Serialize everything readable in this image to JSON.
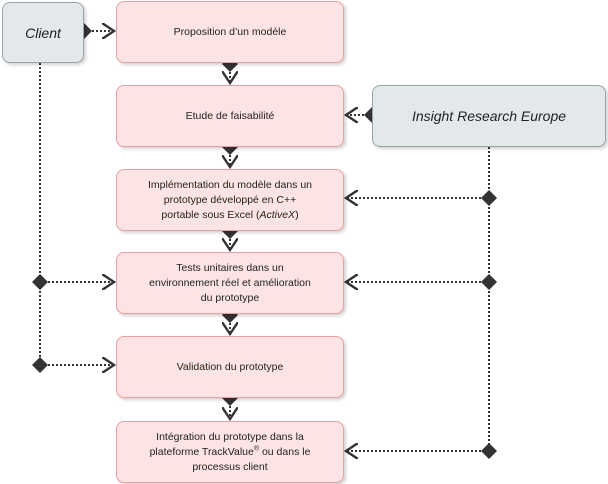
{
  "actors": {
    "client": "Client",
    "insight": "Insight Research Europe"
  },
  "steps": [
    {
      "lines": [
        "Proposition d’un modèle"
      ]
    },
    {
      "lines": [
        "Etude de faisabilité"
      ]
    },
    {
      "lines": [
        "Implémentation du modèle dans un",
        "prototype développé en C++",
        "portable sous Excel ("
      ],
      "italic": "ActiveX",
      "tail": ")"
    },
    {
      "lines": [
        "Tests unitaires dans un",
        "environnement réel et amélioration",
        "du prototype"
      ]
    },
    {
      "lines": [
        "Validation du prototype"
      ]
    },
    {
      "lines": [
        "Intégration du  prototype dans la",
        "plateforme TrackValue",
        "ou dans le",
        "processus client"
      ],
      "sup": "®"
    }
  ]
}
